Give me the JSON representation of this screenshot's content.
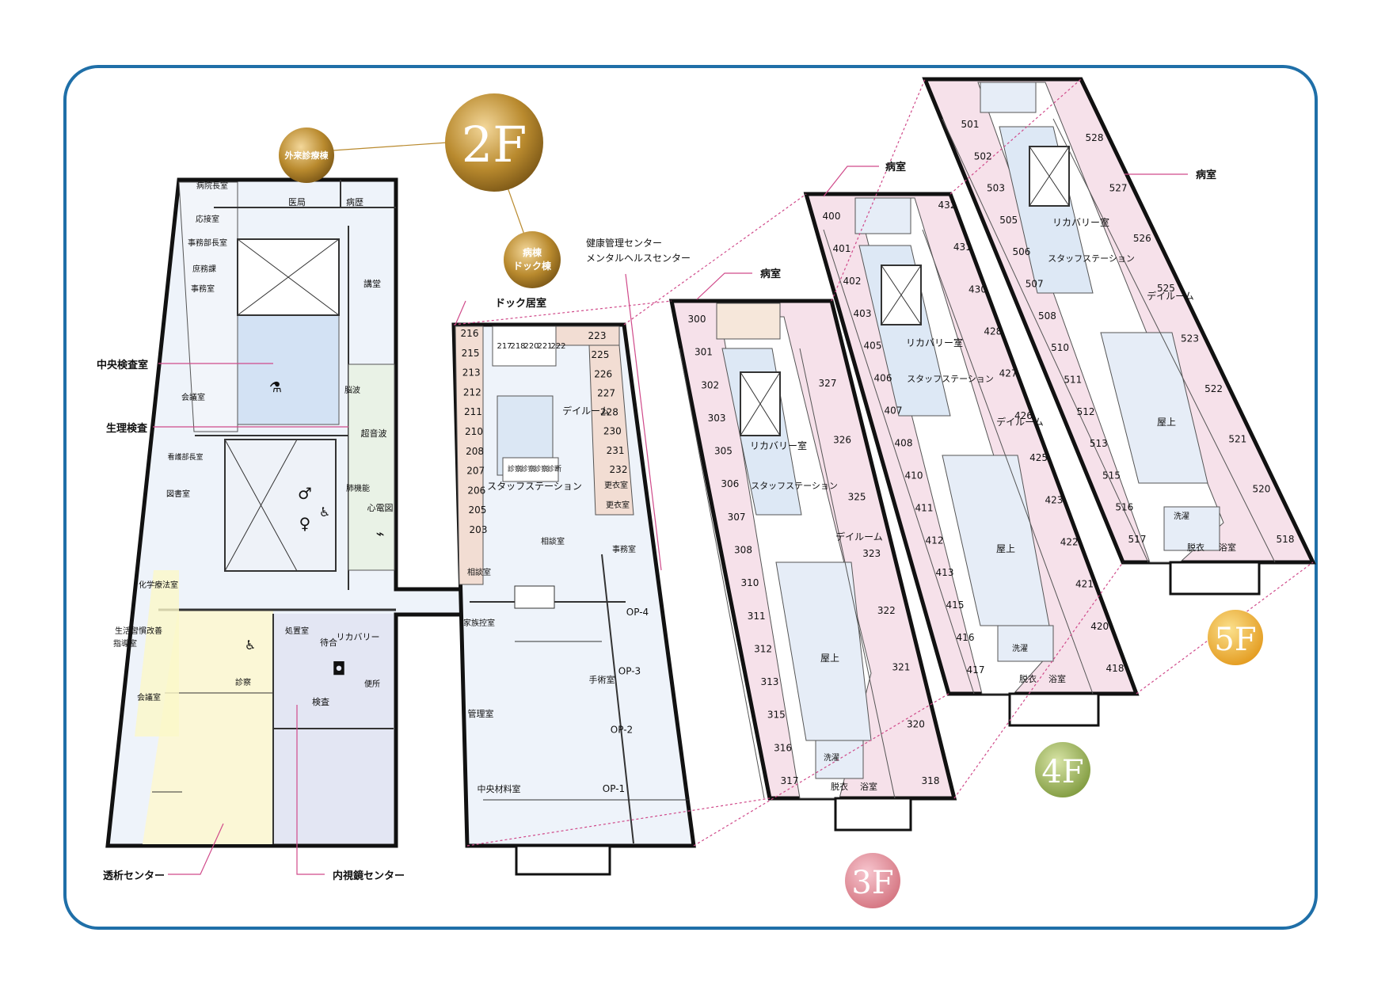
{
  "floor_badges": {
    "f2": "2F",
    "f3": "3F",
    "f4": "4F",
    "f5": "5F"
  },
  "building_badges": {
    "outpatient": "外来診療棟",
    "ward_dock_line1": "病棟",
    "ward_dock_line2": "ドック棟"
  },
  "callouts": {
    "health_center_1": "健康管理センター",
    "health_center_2": "メンタルヘルスセンター",
    "dock_room": "ドック居室",
    "central_lab": "中央検査室",
    "physiology": "生理検査",
    "dialysis": "透析センター",
    "endoscopy": "内視鏡センター",
    "ward3": "病室",
    "ward4": "病室",
    "ward5": "病室"
  },
  "outpatient_rooms": {
    "director": "病院長室",
    "reception": "応接室",
    "admin_head": "事務部長室",
    "general_affairs": "庶務課",
    "office": "事務室",
    "medical": "医局",
    "records": "病歴",
    "lecture": "講堂",
    "conference": "会議室",
    "nursing_head": "看護部長室",
    "library": "図書室",
    "chemo": "化学療法室",
    "lifestyle_1": "生活習慣改善",
    "lifestyle_2": "指導室",
    "meeting": "会議室",
    "eeg": "脳波",
    "ultrasound": "超音波",
    "pulmonary": "肺機能",
    "ecg": "心電図",
    "nursing_station": "処置室",
    "waiting": "待合",
    "recovery": "リカバリー",
    "exam_small": "診察",
    "inspection": "検査",
    "toilet": "便所"
  },
  "dock": {
    "left_rooms": [
      "216",
      "215",
      "213",
      "212",
      "211",
      "210",
      "208",
      "207",
      "206",
      "205",
      "203"
    ],
    "consult_left": "相談室",
    "top_rooms": [
      "217",
      "218",
      "220",
      "221",
      "222"
    ],
    "right_rooms": [
      "223",
      "225",
      "226",
      "227",
      "228",
      "230",
      "231",
      "232"
    ],
    "changing_1": "更衣室",
    "changing_2": "更衣室",
    "dayroom": "デイルーム",
    "staff_station": "スタッフステーション",
    "consult_rooms": [
      "診察",
      "診察",
      "診察",
      "診断"
    ],
    "consult_center": "相談室",
    "office": "事務室",
    "family_waiting": "家族控室",
    "management": "管理室",
    "central_supply": "中央材料室",
    "surgery": "手術室",
    "op_rooms": [
      "OP-4",
      "OP-3",
      "OP-2",
      "OP-1"
    ]
  },
  "floor3": {
    "left_rooms": [
      "300",
      "301",
      "302",
      "303",
      "305",
      "306",
      "307",
      "308",
      "310",
      "311",
      "312",
      "313",
      "315",
      "316",
      "317"
    ],
    "right_rooms": [
      "327",
      "326",
      "325",
      "323",
      "322",
      "321",
      "320",
      "318"
    ],
    "recovery": "リカバリー室",
    "staff_station": "スタッフステーション",
    "dayroom": "デイルーム",
    "rooftop": "屋上",
    "undress": "脱衣",
    "bath": "浴室",
    "wash": "洗濯"
  },
  "floor4": {
    "left_rooms": [
      "400",
      "401",
      "402",
      "403",
      "405",
      "406",
      "407",
      "408",
      "410",
      "411",
      "412",
      "413",
      "415",
      "416",
      "417"
    ],
    "right_rooms": [
      "432",
      "431",
      "430",
      "428",
      "427",
      "426",
      "425",
      "423",
      "422",
      "421",
      "420",
      "418"
    ],
    "recovery": "リカバリー室",
    "staff_station": "スタッフステーション",
    "dayroom": "デイルーム",
    "rooftop": "屋上",
    "undress": "脱衣",
    "bath": "浴室",
    "wash": "洗濯"
  },
  "floor5": {
    "left_rooms": [
      "501",
      "502",
      "503",
      "505",
      "506",
      "507",
      "508",
      "510",
      "511",
      "512",
      "513",
      "515",
      "516",
      "517"
    ],
    "right_rooms": [
      "528",
      "527",
      "526",
      "525",
      "523",
      "522",
      "521",
      "520",
      "518"
    ],
    "recovery": "リカバリー室",
    "staff_station": "スタッフステーション",
    "dayroom": "デイルーム",
    "rooftop": "屋上",
    "undress": "脱衣",
    "bath": "浴室",
    "wash": "洗濯"
  },
  "colors": {
    "frame": "#1f6fa8",
    "wall": "#111111",
    "blue_area": "#dde8f5",
    "pink_area": "#f6e1ea",
    "yellow_area": "#fbf7d6",
    "room_fill": "#f4dfe8",
    "leader": "#d04a8a",
    "gold": "#b98a2e"
  }
}
